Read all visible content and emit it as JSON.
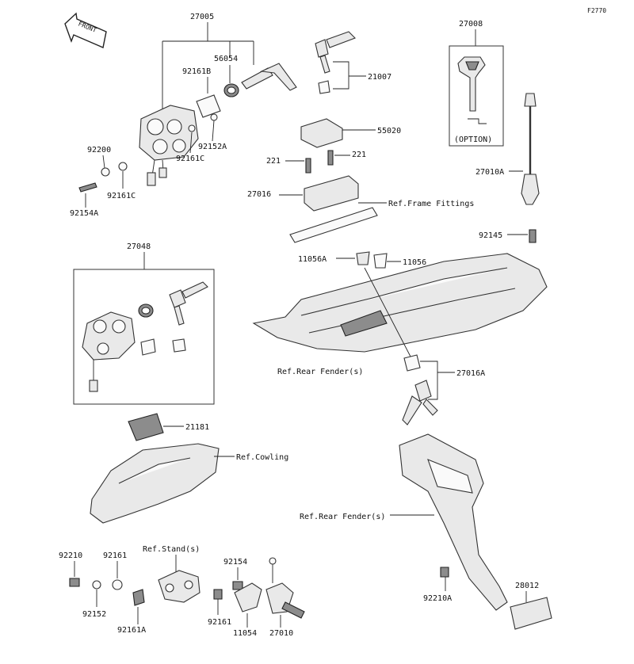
{
  "figure_code": "F2770",
  "direction_tag": "FRONT",
  "option_note": "(OPTION)",
  "labels": {
    "p27005": "27005",
    "p56054": "56054",
    "p92161B": "92161B",
    "p92152A": "92152A",
    "p92161C_a": "92161C",
    "p92200": "92200",
    "p92161C_b": "92161C",
    "p92154A": "92154A",
    "p21007": "21007",
    "p27008": "27008",
    "p27010A": "27010A",
    "p92145": "92145",
    "p55020": "55020",
    "p221_l": "221",
    "p221_r": "221",
    "p27016": "27016",
    "ref_frame": "Ref.Frame Fittings",
    "p11056A": "11056A",
    "p11056": "11056",
    "p27048": "27048",
    "ref_rear_fender_1": "Ref.Rear Fender(s)",
    "p27016A": "27016A",
    "p21181": "21181",
    "ref_cowling": "Ref.Cowling",
    "ref_rear_fender_2": "Ref.Rear Fender(s)",
    "p92210": "92210",
    "p92161": "92161",
    "ref_stand": "Ref.Stand(s)",
    "p92154": "92154",
    "p92152": "92152",
    "p92161A": "92161A",
    "p92161_b": "92161",
    "p11054": "11054",
    "p27010": "27010",
    "p92210A": "92210A",
    "p28012": "28012"
  }
}
